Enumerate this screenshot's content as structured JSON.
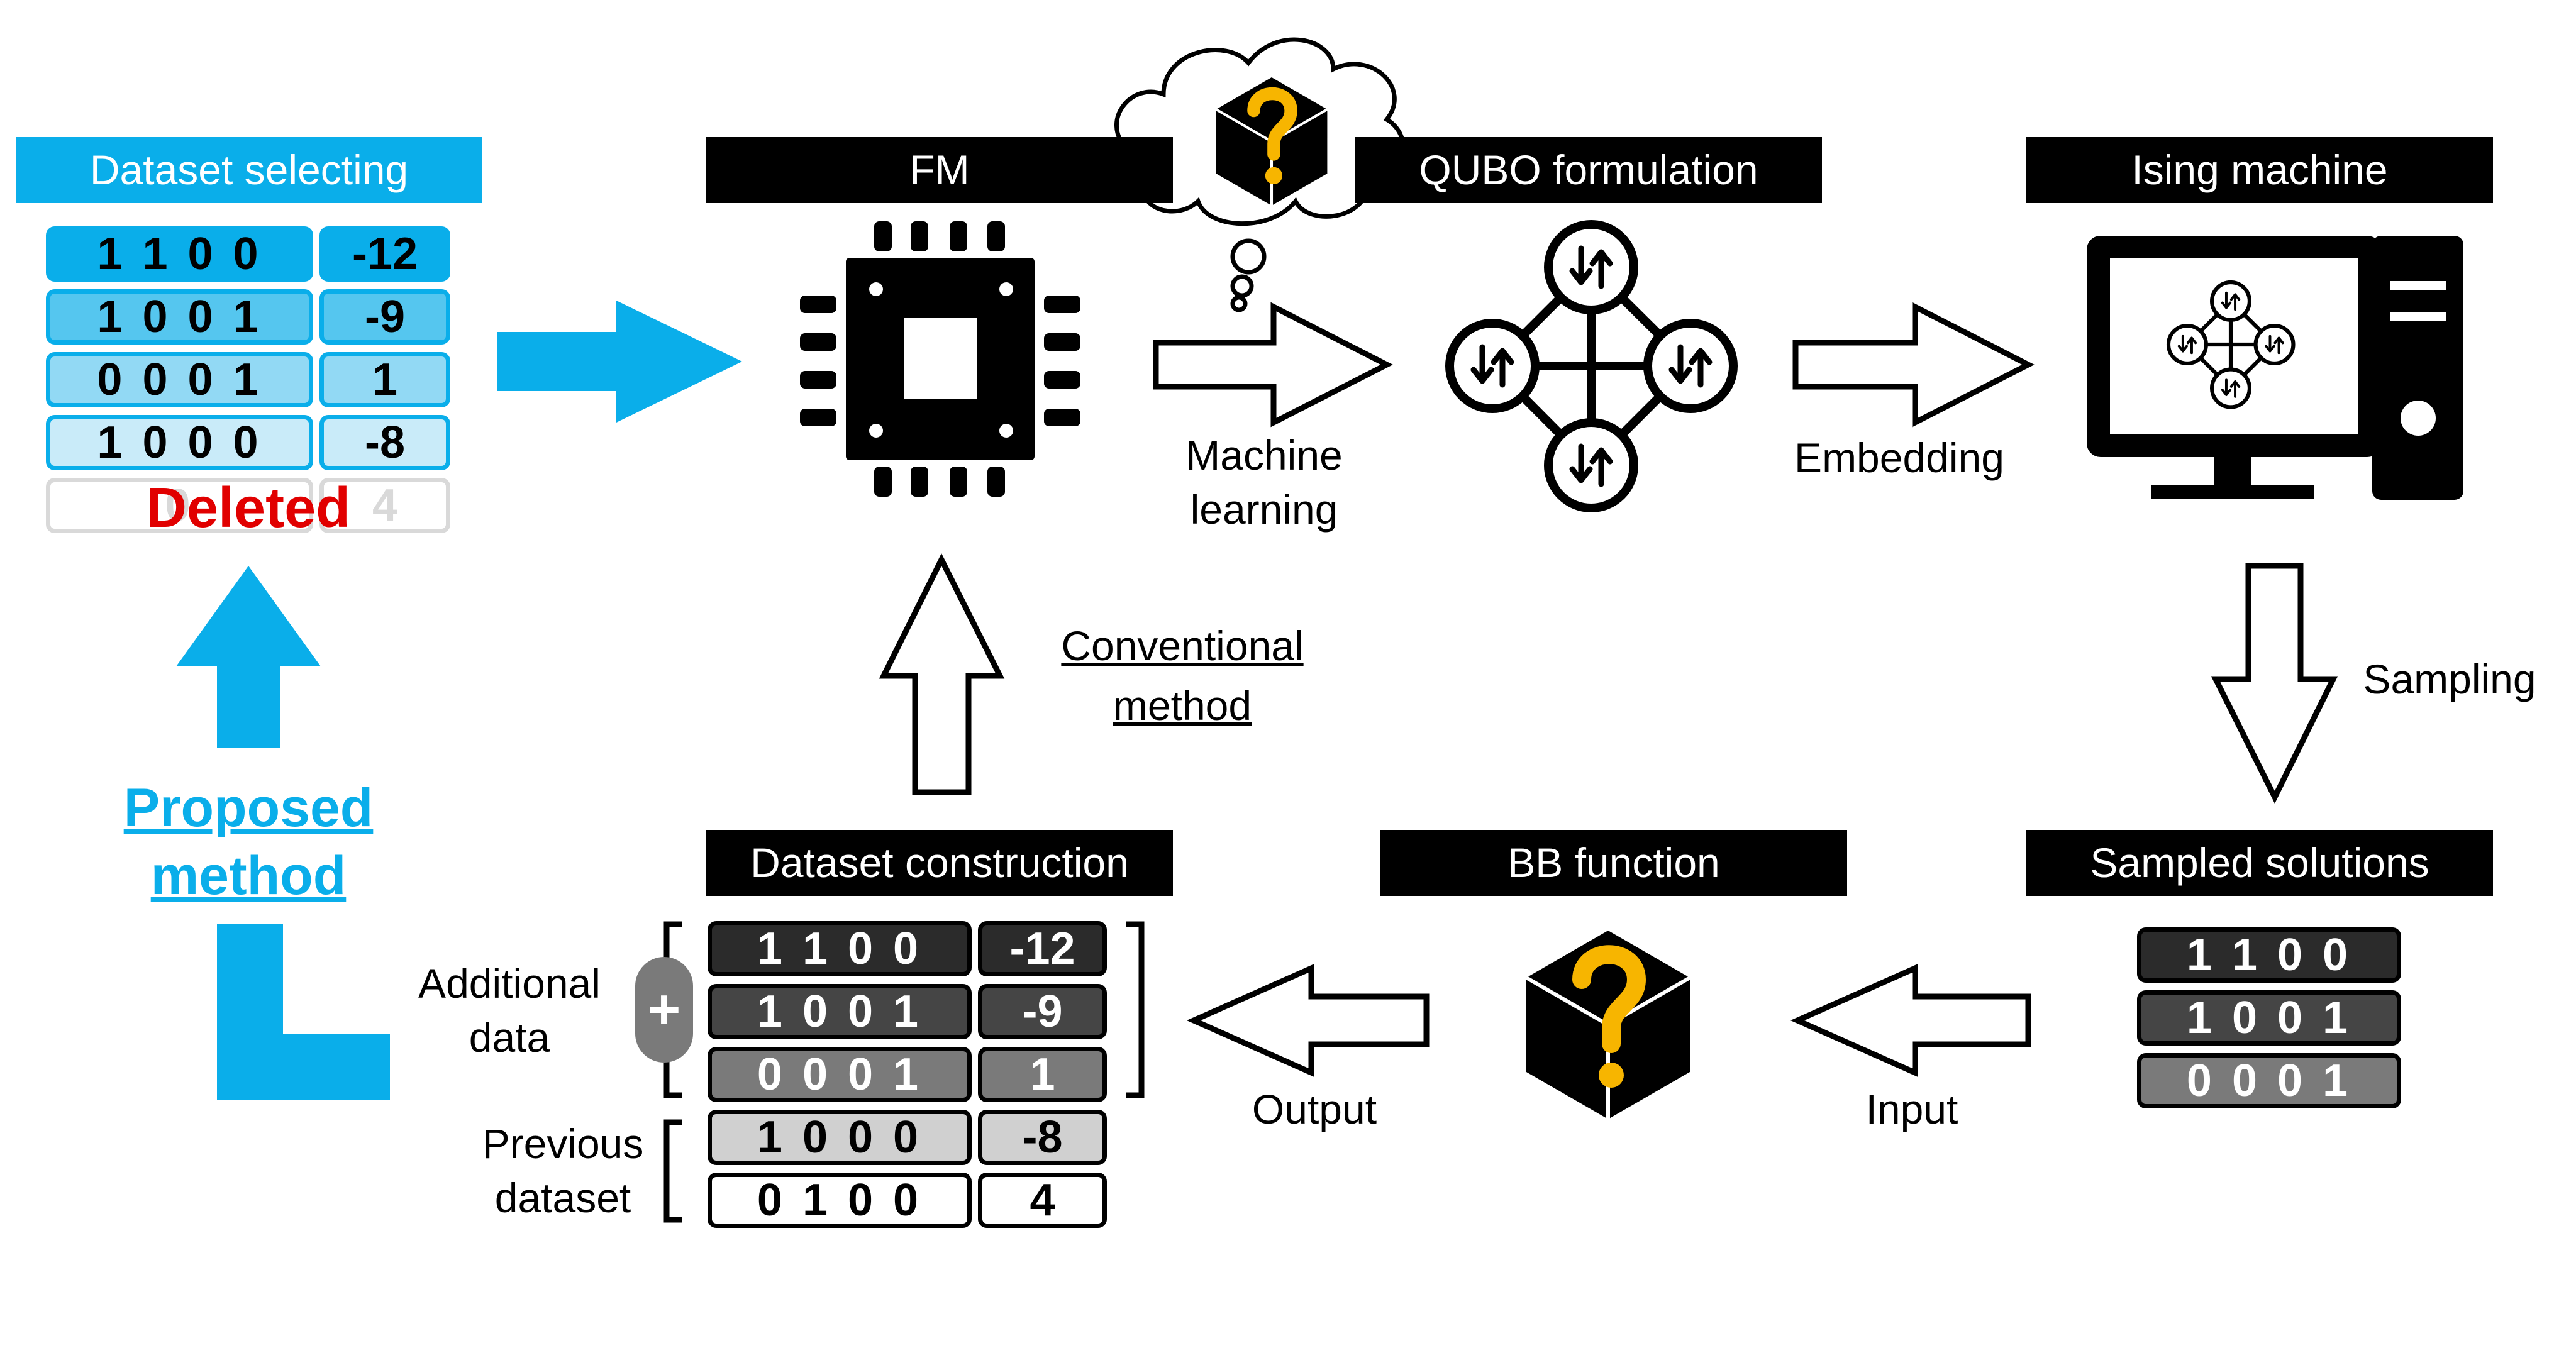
{
  "labels": {
    "dataset_selecting": "Dataset selecting",
    "fm": "FM",
    "qubo_formulation": "QUBO formulation",
    "ising_machine": "Ising machine",
    "dataset_construction": "Dataset construction",
    "bb_function": "BB function",
    "sampled_solutions": "Sampled solutions"
  },
  "text": {
    "machine_learning_1": "Machine",
    "machine_learning_2": "learning",
    "embedding": "Embedding",
    "sampling": "Sampling",
    "conventional_1": "Conventional",
    "conventional_2": "method",
    "proposed_1": "Proposed",
    "proposed_2": "method",
    "output": "Output",
    "input": "Input",
    "additional_1": "Additional",
    "additional_2": "data",
    "previous_1": "Previous",
    "previous_2": "dataset",
    "plus": "+",
    "deleted": "Deleted"
  },
  "selecting_rows": [
    {
      "bits": "1 1 0 0",
      "value": "-12"
    },
    {
      "bits": "1 0 0 1",
      "value": "-9"
    },
    {
      "bits": "0 0 0 1",
      "value": "1"
    },
    {
      "bits": "1 0 0 0",
      "value": "-8"
    },
    {
      "bits": "0",
      "value": "4"
    }
  ],
  "construction_rows": [
    {
      "bits": "1 1 0 0",
      "value": "-12"
    },
    {
      "bits": "1 0 0 1",
      "value": "-9"
    },
    {
      "bits": "0 0 0 1",
      "value": "1"
    },
    {
      "bits": "1 0 0 0",
      "value": "-8"
    },
    {
      "bits": "0 1 0 0",
      "value": "4"
    }
  ],
  "sampled_rows": [
    "1 1 0 0",
    "1 0 0 1",
    "0 0 0 1"
  ],
  "icons": {
    "chip": "microchip-icon",
    "question_box": "question-box-icon",
    "thought_cloud": "thought-cloud-icon",
    "qubo_graph": "spin-graph-icon",
    "ising": "computer-icon"
  },
  "colors": {
    "accent_blue": "#0aaeea",
    "question_yellow": "#f7b500",
    "deleted_red": "#e10000"
  }
}
